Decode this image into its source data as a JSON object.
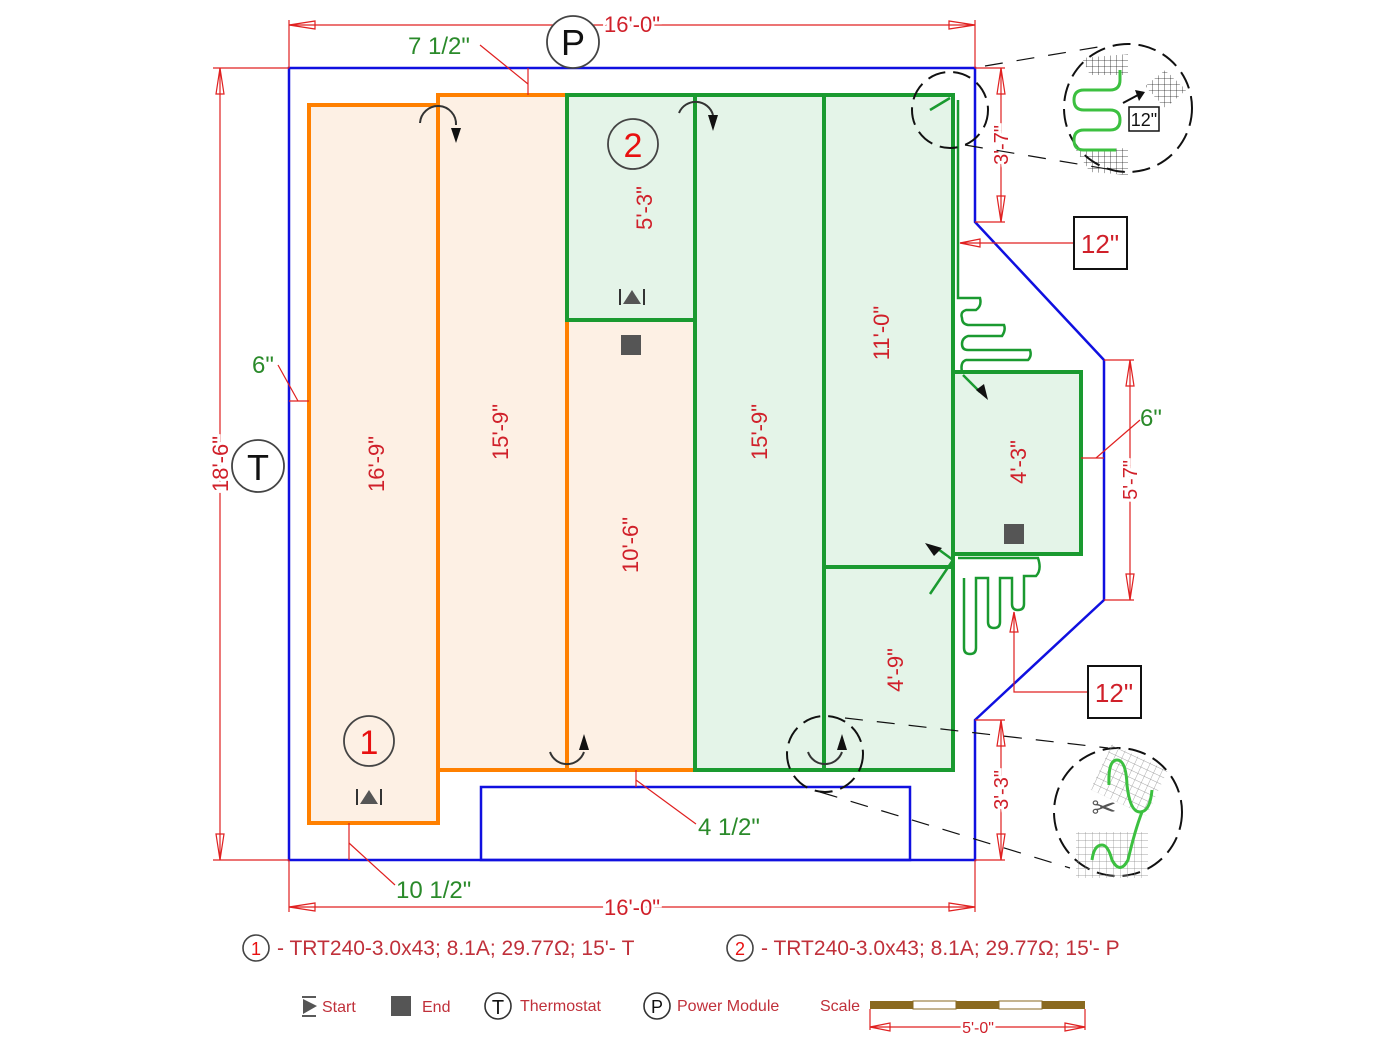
{
  "colors": {
    "wall": "#1010e0",
    "zone1_stroke": "#ff8000",
    "zone1_fill": "#fdf0e4",
    "zone2_stroke": "#1a9a30",
    "zone2_fill": "#e4f4e8",
    "dimension": "#e02020",
    "clearance_text": "#2a8a2a",
    "marker": "#555555"
  },
  "room": {
    "width_top": "16'-0\"",
    "width_bottom": "16'-0\"",
    "height_left": "18'-6\"",
    "right_upper_segment": "3'-7\"",
    "right_middle_segment": "5'-7\"",
    "right_lower_segment": "3'-3\"",
    "thermostat_symbol": "T",
    "power_symbol": "P"
  },
  "clearances": {
    "top": "7 1/2\"",
    "left": "6\"",
    "right_bay": "6\"",
    "bottom_left": "10 1/2\"",
    "bottom_mid": "4 1/2\""
  },
  "callouts": {
    "upper_gap": "12\"",
    "lower_gap": "12\"",
    "detail_gap": "12\""
  },
  "zone1": {
    "number": "1",
    "runs": [
      "16'-9\"",
      "15'-9\"",
      "10'-6\""
    ]
  },
  "zone2": {
    "number": "2",
    "runs": [
      "5'-3\"",
      "15'-9\"",
      "11'-0\"",
      "4'-3\"",
      "4'-9\""
    ]
  },
  "specs": [
    {
      "number": "1",
      "text": "- TRT240-3.0x43; 8.1A; 29.77Ω; 15'- T"
    },
    {
      "number": "2",
      "text": "- TRT240-3.0x43; 8.1A; 29.77Ω; 15'- P"
    }
  ],
  "legend": {
    "start": "Start",
    "end": "End",
    "thermostat_symbol": "T",
    "thermostat": "Thermostat",
    "power_symbol": "P",
    "power_module": "Power Module",
    "scale_label": "Scale",
    "scale_length": "5'-0\""
  }
}
